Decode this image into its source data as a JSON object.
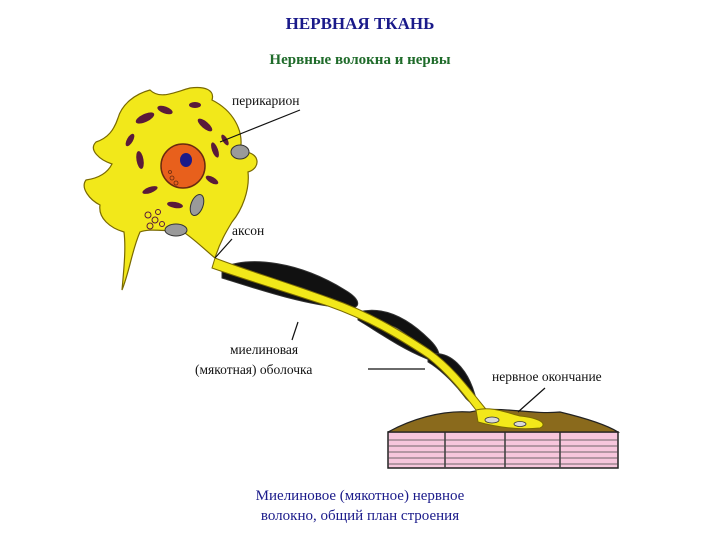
{
  "title": "НЕРВНАЯ ТКАНЬ",
  "subtitle": "Нервные волокна и нервы",
  "labels": {
    "perikaryon": "перикарион",
    "axon": "аксон",
    "myelin_line1": "миелиновая",
    "myelin_line2": "(мякотная) оболочка",
    "nerve_ending": "нервное окончание"
  },
  "caption": {
    "line1": "Миелиновое (мякотное) нервное",
    "line2": "волокно, общий план строения"
  },
  "colors": {
    "cytoplasm": "#f2e81a",
    "nucleus": "#e8601c",
    "myelin": "#111111",
    "muscle": "#f7c6dc",
    "title": "#1a1a8a",
    "subtitle": "#1f6b2a"
  }
}
